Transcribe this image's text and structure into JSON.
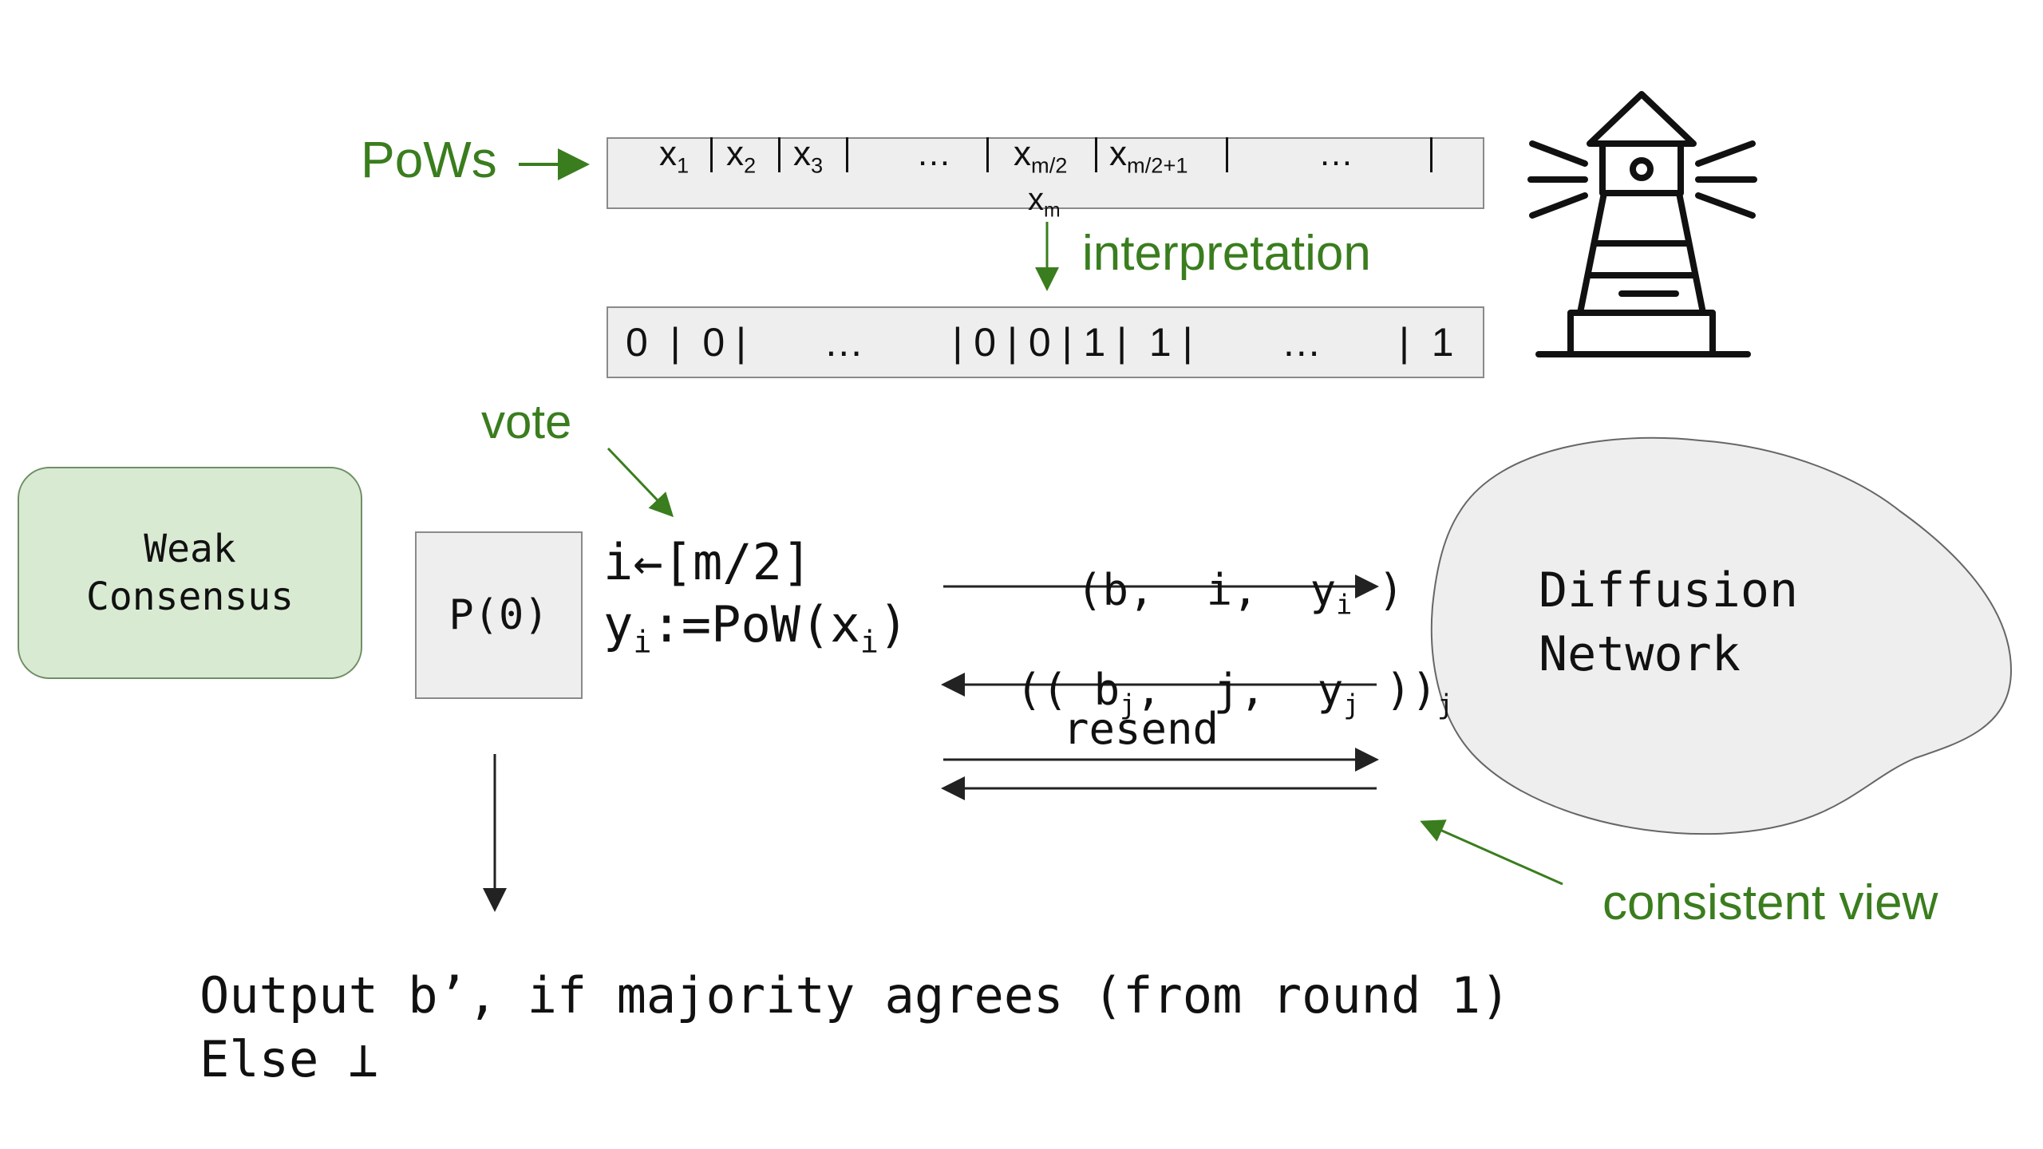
{
  "pows": {
    "label": "PoWs",
    "cells": [
      "x",
      "x",
      "x",
      "…",
      "x",
      "x",
      "…"
    ],
    "subs": [
      "1",
      "2",
      "3",
      "",
      "m/2",
      "m/2+1",
      ""
    ],
    "overflow_var": "x",
    "overflow_sub": "m"
  },
  "interpretation": {
    "label": "interpretation"
  },
  "bits": {
    "text": "0  |  0 |       …        | 0 | 0 | 1 |  1 |        …       |  1"
  },
  "vote": {
    "label": "vote"
  },
  "weak_consensus": {
    "line1": "Weak",
    "line2": "Consensus"
  },
  "process": {
    "label": "P(0)"
  },
  "assign": {
    "line1": "i←[m/2]",
    "line2_pre": "y",
    "line2_sub": "i",
    "line2_mid": ":=PoW(x",
    "line2_sub2": "i",
    "line2_post": ")"
  },
  "messages": {
    "msg1_pre": "(b,  i,  y",
    "msg1_sub": "i",
    "msg1_post": " )",
    "msg2_pre": "(( b",
    "msg2_sub1": "j",
    "msg2_mid": ",  j,  y",
    "msg2_sub2": "j",
    "msg2_post": " ))",
    "msg2_sub3": "j",
    "msg3": "resend"
  },
  "network": {
    "line1": "Diffusion",
    "line2": "Network"
  },
  "consistent_view": {
    "label": "consistent view"
  },
  "output": {
    "line1": "Output b’, if majority agrees (from round 1)",
    "line2": "Else ⊥"
  },
  "colors": {
    "accent_green": "#3a7d1e",
    "box_green": "#d9ead3",
    "gray_fill": "#eeeeee"
  },
  "icons": [
    "lighthouse-icon"
  ]
}
